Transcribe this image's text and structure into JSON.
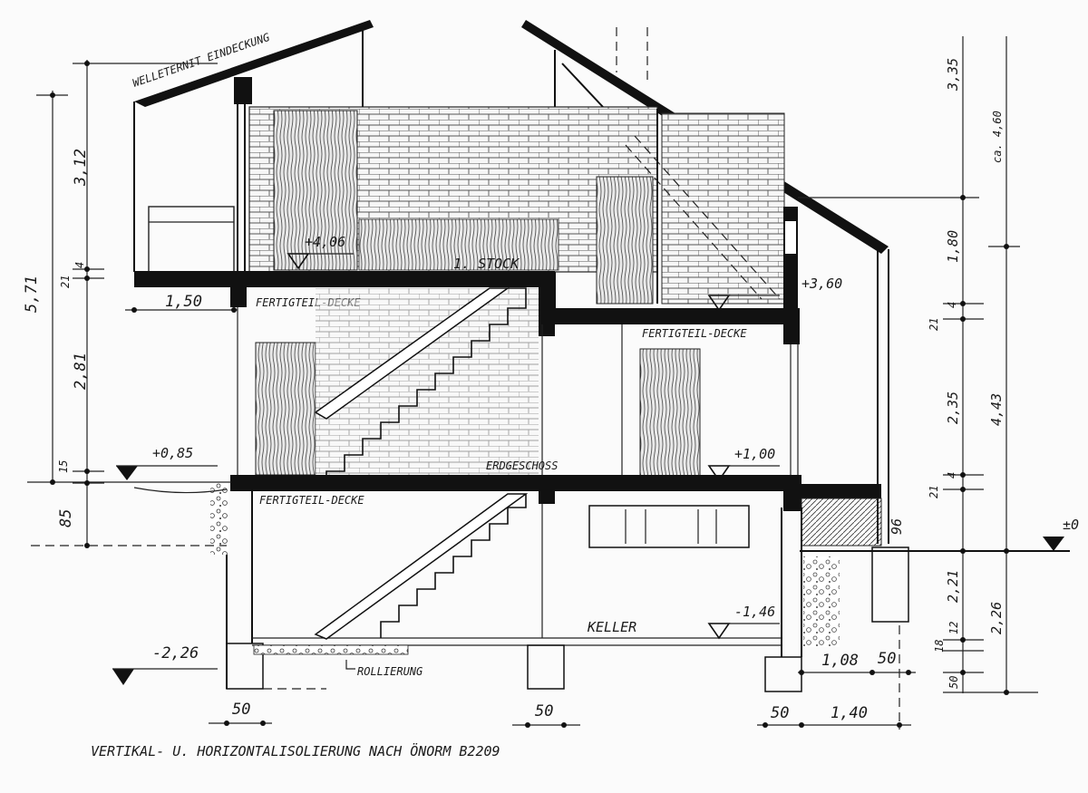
{
  "drawing": {
    "roof_label": "WELLETERNIT EINDECKUNG",
    "floor_upper": "1. STOCK",
    "floor_ground": "ERDGESCHOSS",
    "floor_cellar": "KELLER",
    "slab_upper_left": "FERTIGTEIL-DECKE",
    "slab_upper_right": "FERTIGTEIL-DECKE",
    "slab_ground": "FERTIGTEIL-DECKE",
    "gravel_bed": "ROLLIERUNG",
    "footer_note": "VERTIKAL- U. HORIZONTALISOLIERUNG NACH ÖNORM B2209"
  },
  "levels": {
    "upper_left": "+4,06",
    "upper_right": "+3,60",
    "ground_left": "+0,85",
    "ground_right": "+1,00",
    "cellar_right": "-1,46",
    "cellar_left": "-2,26",
    "terrain_right": "±0"
  },
  "dims_left": {
    "total": "5,71",
    "d312": "3,12",
    "d21": "21",
    "d4": "4",
    "d281": "2,81",
    "d15": "15",
    "d85": "85",
    "d150": "1,50"
  },
  "dims_right": {
    "d335": "3,35",
    "d460": "ca. 4,60",
    "d180": "1,80",
    "d21a": "21",
    "d4a": "4",
    "d235": "2,35",
    "d443": "4,43",
    "d21b": "21",
    "d4b": "4",
    "d96": "96",
    "d221": "2,21",
    "d226": "2,26",
    "d12": "12",
    "d18": "18",
    "d50": "50"
  },
  "dims_bottom": {
    "b50a": "50",
    "b50b": "50",
    "b50c": "50",
    "b140": "1,40",
    "b108": "1,08",
    "b50d": "50"
  }
}
